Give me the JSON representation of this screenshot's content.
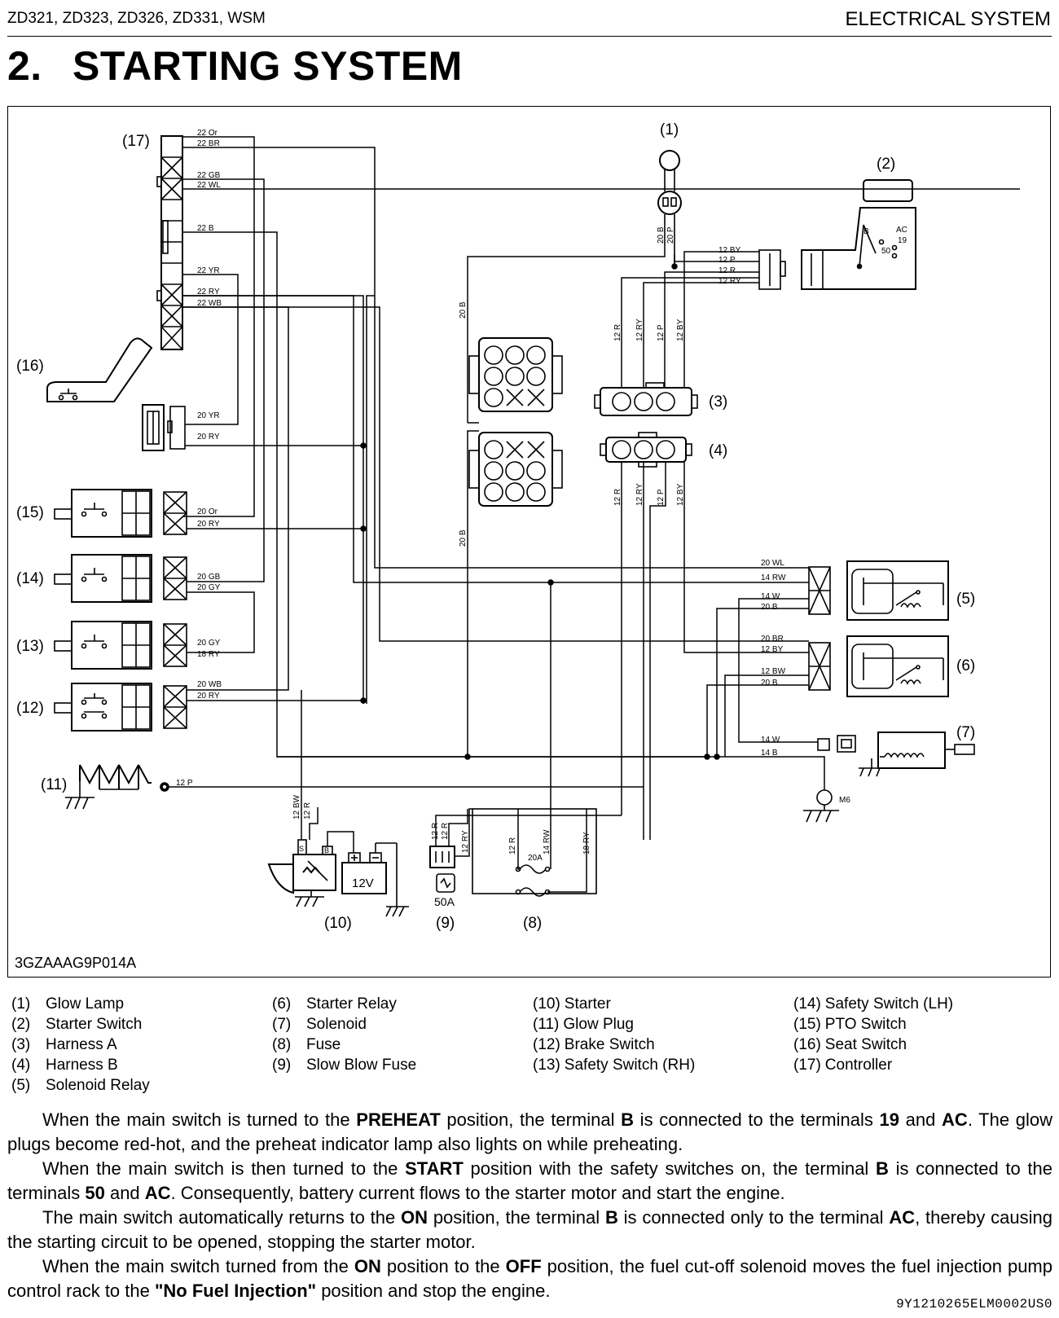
{
  "header": {
    "left": "ZD321, ZD323, ZD326, ZD331, WSM",
    "right": "ELECTRICAL SYSTEM"
  },
  "section": {
    "number": "2.",
    "title": "STARTING SYSTEM"
  },
  "diagram": {
    "figure_code": "3GZAAAG9P014A",
    "callouts": [
      "(1)",
      "(2)",
      "(3)",
      "(4)",
      "(5)",
      "(6)",
      "(7)",
      "(8)",
      "(9)",
      "(10)",
      "(11)",
      "(12)",
      "(13)",
      "(14)",
      "(15)",
      "(16)",
      "(17)"
    ],
    "wires": {
      "c_or": "22 Or",
      "c_br": "22 BR",
      "c_gb": "22 GB",
      "c_wl": "22 WL",
      "c_b": "22 B",
      "c_yr": "22 YR",
      "c_ry": "22 RY",
      "c_wb": "22 WB",
      "s16_yr": "20 YR",
      "s16_ry": "20 RY",
      "s15_or": "20 Or",
      "s15_ry": "20 RY",
      "s14_gb": "20 GB",
      "s14_gy": "20 GY",
      "s13_gy": "20 GY",
      "s13_ry": "18 RY",
      "s12_wb": "20 WB",
      "s12_ry": "20 RY",
      "gl_b": "20 B",
      "gl_p": "20 P",
      "sw_by": "12 BY",
      "sw_p": "12 P",
      "sw_r": "12 R",
      "sw_ry": "12 RY",
      "ha_r": "12 R",
      "ha_ry": "12 RY",
      "ha_p": "12 P",
      "ha_by": "12 BY",
      "hb_r": "12 R",
      "hb_ry": "12 RY",
      "hb_p": "12 P",
      "hb_by": "12 BY",
      "c20b_top": "20 B",
      "c20b_bot": "20 B",
      "r5_wl": "20 WL",
      "r5_rw": "14 RW",
      "r5_w": "14 W",
      "r5_b": "20 B",
      "r6_br": "20 BR",
      "r6_by": "12 BY",
      "r6_bw": "12 BW",
      "r6_b": "20 B",
      "sol_w": "14 W",
      "sol_b": "14 B",
      "gp_p": "12 P",
      "st_bw": "12 BW",
      "st_r": "12 R",
      "sb_r1": "12 R",
      "sb_r2": "12 R",
      "sb_ry": "12 RY",
      "f_r": "12 R",
      "f_rw": "14 RW",
      "f_ry": "18 RY"
    },
    "terminals": {
      "b": "B",
      "ac": "AC",
      "t19": "19",
      "t50": "50"
    },
    "labels": {
      "battery": "12V",
      "fuse_rating": "20A",
      "slow_blow_rating": "50A",
      "ground_bolt": "M6",
      "starter_b": "B",
      "starter_s": "S"
    }
  },
  "legend": [
    [
      {
        "num": "(1)",
        "label": "Glow Lamp"
      },
      {
        "num": "(2)",
        "label": "Starter Switch"
      },
      {
        "num": "(3)",
        "label": "Harness A"
      },
      {
        "num": "(4)",
        "label": "Harness B"
      },
      {
        "num": "(5)",
        "label": "Solenoid Relay"
      }
    ],
    [
      {
        "num": "(6)",
        "label": "Starter Relay"
      },
      {
        "num": "(7)",
        "label": "Solenoid"
      },
      {
        "num": "(8)",
        "label": "Fuse"
      },
      {
        "num": "(9)",
        "label": "Slow Blow Fuse"
      }
    ],
    [
      {
        "num": "(10)",
        "label": "Starter"
      },
      {
        "num": "(11)",
        "label": "Glow Plug"
      },
      {
        "num": "(12)",
        "label": "Brake Switch"
      },
      {
        "num": "(13)",
        "label": "Safety Switch (RH)"
      }
    ],
    [
      {
        "num": "(14)",
        "label": "Safety Switch (LH)"
      },
      {
        "num": "(15)",
        "label": "PTO Switch"
      },
      {
        "num": "(16)",
        "label": "Seat Switch"
      },
      {
        "num": "(17)",
        "label": "Controller"
      }
    ]
  ],
  "paragraphs": [
    [
      {
        "t": "When the main switch is turned to the ",
        "b": false
      },
      {
        "t": "PREHEAT",
        "b": true
      },
      {
        "t": " position, the terminal ",
        "b": false
      },
      {
        "t": "B",
        "b": true
      },
      {
        "t": " is connected to the terminals ",
        "b": false
      },
      {
        "t": "19",
        "b": true
      },
      {
        "t": " and ",
        "b": false
      },
      {
        "t": "AC",
        "b": true
      },
      {
        "t": ". The glow plugs become red-hot, and the preheat indicator lamp also lights on while preheating.",
        "b": false
      }
    ],
    [
      {
        "t": "When the main switch is then turned to the ",
        "b": false
      },
      {
        "t": "START",
        "b": true
      },
      {
        "t": " position with the safety switches on, the terminal ",
        "b": false
      },
      {
        "t": "B",
        "b": true
      },
      {
        "t": " is connected to the terminals ",
        "b": false
      },
      {
        "t": "50",
        "b": true
      },
      {
        "t": " and ",
        "b": false
      },
      {
        "t": "AC",
        "b": true
      },
      {
        "t": ". Consequently, battery current flows to the starter motor and start the engine.",
        "b": false
      }
    ],
    [
      {
        "t": "The main switch automatically returns to the ",
        "b": false
      },
      {
        "t": "ON",
        "b": true
      },
      {
        "t": " position, the terminal ",
        "b": false
      },
      {
        "t": "B",
        "b": true
      },
      {
        "t": " is connected only to the terminal ",
        "b": false
      },
      {
        "t": "AC",
        "b": true
      },
      {
        "t": ", thereby causing the starting circuit to be opened, stopping the starter motor.",
        "b": false
      }
    ],
    [
      {
        "t": "When the main switch turned from the ",
        "b": false
      },
      {
        "t": "ON",
        "b": true
      },
      {
        "t": " position to the ",
        "b": false
      },
      {
        "t": "OFF",
        "b": true
      },
      {
        "t": " position, the fuel cut-off solenoid moves the fuel injection pump control rack to the ",
        "b": false
      },
      {
        "t": "\"No Fuel Injection\"",
        "b": true
      },
      {
        "t": " position and stop the engine.",
        "b": false
      }
    ]
  ],
  "doc_code": "9Y1210265ELM0002US0"
}
